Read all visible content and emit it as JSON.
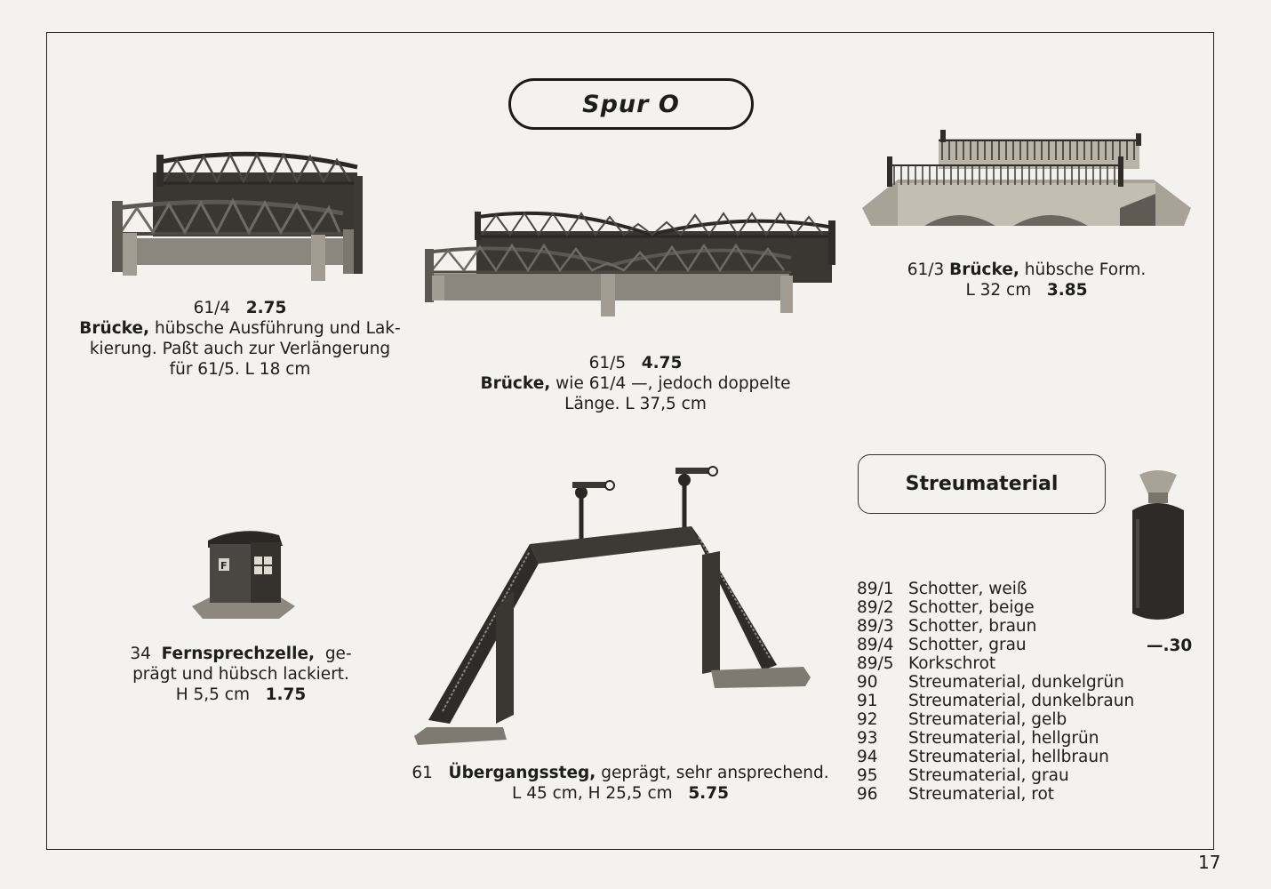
{
  "page": {
    "number": "17",
    "title": "Spur O"
  },
  "items": {
    "bridge_614": {
      "number": "61/4",
      "price": "2.75",
      "name": "Brücke,",
      "line1": "hübsche Ausführung und Lak-",
      "line2": "kierung. Paßt auch zur Verlängerung",
      "line3": "für 61/5. L 18 cm"
    },
    "bridge_615": {
      "number": "61/5",
      "price": "4.75",
      "name": "Brücke,",
      "line1": "wie 61/4 —, jedoch doppelte",
      "line2": "Länge. L 37,5 cm"
    },
    "bridge_613": {
      "number": "61/3",
      "name": "Brücke,",
      "desc": "hübsche Form.",
      "length": "L 32 cm",
      "price": "3.85"
    },
    "phonebooth_34": {
      "number": "34",
      "name": "Fernsprechzelle,",
      "line1_end": "ge-",
      "line2": "prägt und hübsch lackiert.",
      "height": "H 5,5 cm",
      "price": "1.75"
    },
    "footbridge_61": {
      "number": "61",
      "name": "Übergangssteg,",
      "desc": "geprägt, sehr ansprechend.",
      "dims": "L 45 cm, H 25,5 cm",
      "price": "5.75"
    }
  },
  "streumaterial": {
    "heading": "Streumaterial",
    "price": "—.30",
    "list": [
      {
        "num": "89/1",
        "label": "Schotter, weiß"
      },
      {
        "num": "89/2",
        "label": "Schotter, beige"
      },
      {
        "num": "89/3",
        "label": "Schotter, braun"
      },
      {
        "num": "89/4",
        "label": "Schotter, grau"
      },
      {
        "num": "89/5",
        "label": "Korkschrot"
      },
      {
        "num": "90",
        "label": "Streumaterial, dunkelgrün"
      },
      {
        "num": "91",
        "label": "Streumaterial, dunkelbraun"
      },
      {
        "num": "92",
        "label": "Streumaterial, gelb"
      },
      {
        "num": "93",
        "label": "Streumaterial, hellgrün"
      },
      {
        "num": "94",
        "label": "Streumaterial, hellbraun"
      },
      {
        "num": "95",
        "label": "Streumaterial, grau"
      },
      {
        "num": "96",
        "label": "Streumaterial, rot"
      }
    ]
  }
}
